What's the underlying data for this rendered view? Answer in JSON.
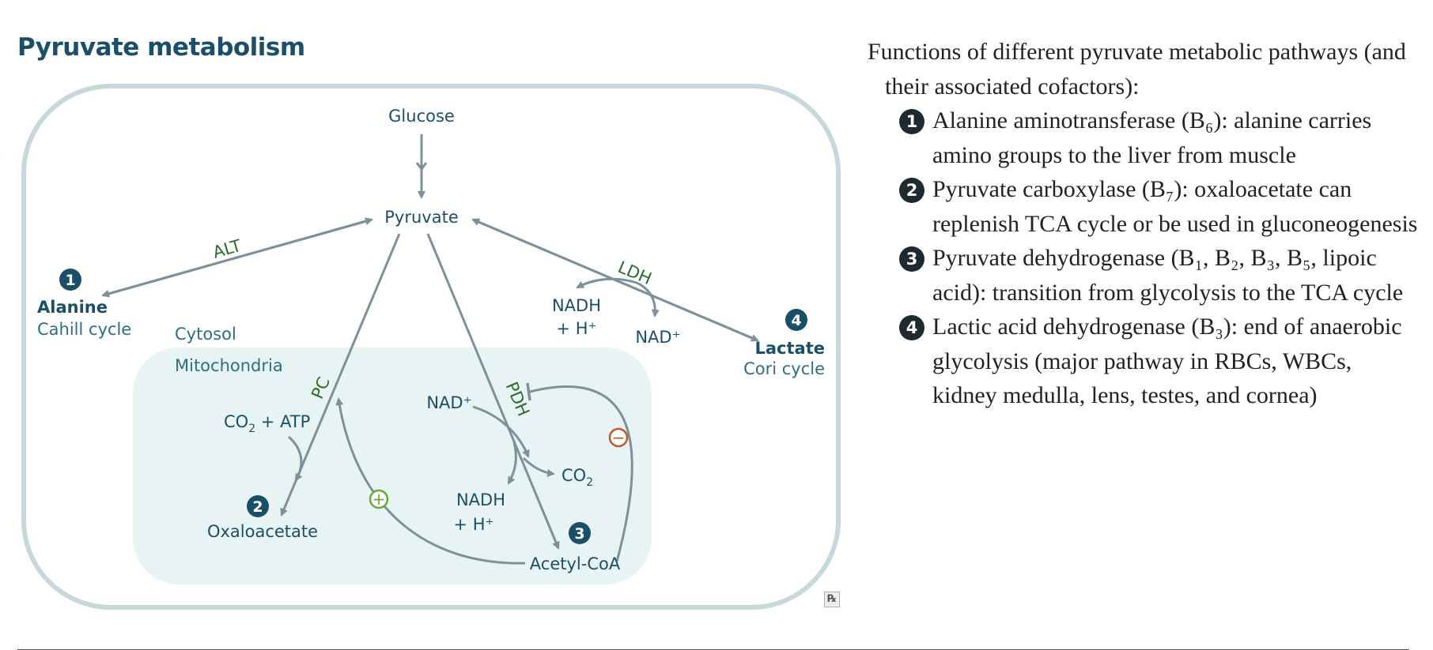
{
  "title": "Pyruvate metabolism",
  "diagram": {
    "nodes": {
      "glucose": "Glucose",
      "pyruvate": "Pyruvate",
      "alanine": "Alanine",
      "cahill": "Cahill cycle",
      "lactate": "Lactate",
      "cori": "Cori cycle",
      "oxaloacetate": "Oxaloacetate",
      "acetyl_coa": "Acetyl-CoA"
    },
    "compartments": {
      "cytosol": "Cytosol",
      "mitochondria": "Mitochondria"
    },
    "enzymes": {
      "alt": "ALT",
      "ldh": "LDH",
      "pc": "PC",
      "pdh": "PDH"
    },
    "cofactors": {
      "ldh_nadh_1": "NADH",
      "ldh_nadh_2": "+ H⁺",
      "ldh_nad": "NAD⁺",
      "pc_co2": "CO",
      "pc_co2_sub": "2",
      "pc_atp": " + ATP",
      "pdh_nad": "NAD⁺",
      "pdh_nadh_1": "NADH",
      "pdh_nadh_2": "+ H⁺",
      "pdh_co2": "CO",
      "pdh_co2_sub": "2"
    },
    "badges": [
      "1",
      "2",
      "3",
      "4"
    ],
    "signs": {
      "inhibit": "−",
      "activate": "+"
    },
    "logo": "℞"
  },
  "notes": {
    "heading": "Functions of different pyruvate metabolic pathways (and their associated cofactors):",
    "items": [
      {
        "badge": "1",
        "text": "Alanine aminotransferase (B₆): alanine carries amino groups to the liver from muscle"
      },
      {
        "badge": "2",
        "text": "Pyruvate carboxylase (B₇): oxaloacetate can replenish TCA cycle or be used in gluconeogenesis"
      },
      {
        "badge": "3",
        "text": "Pyruvate dehydrogenase (B₁, B₂, B₃, B₅, lipoic acid): transition from glycolysis to the TCA cycle"
      },
      {
        "badge": "4",
        "text": "Lactic acid dehydrogenase (B₃): end of anaerobic glycolysis (major pathway in RBCs, WBCs, kidney medulla, lens, testes, and cornea)"
      }
    ]
  },
  "colors": {
    "title": "#1b4f67",
    "node_text": "#1b4f67",
    "enzyme_text": "#2e6b2c",
    "compartment_text": "#2e6e83",
    "arrow": "#7d9199",
    "cell_border": "#c7d8db",
    "mitochondria_fill": "#e8f4f4",
    "badge": "#1b4f67",
    "inhibit": "#c0562a",
    "activate": "#6aa83a",
    "notes_text": "#222222"
  }
}
